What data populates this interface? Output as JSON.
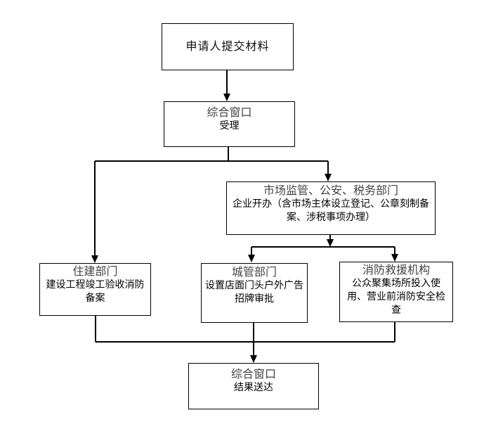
{
  "diagram": {
    "kind": "flowchart",
    "background_color": "#ffffff",
    "line_color": "#000000",
    "title_text_color": "#434343",
    "body_text_color": "#000000",
    "nodes": {
      "applicant": {
        "title": "申请人提交材料"
      },
      "accept": {
        "title": "综合窗口",
        "body": "受理"
      },
      "market": {
        "title": "市场监管、公安、税务部门",
        "body": "企业开办（含市场主体设立登记、公章刻制备案、涉税事项办理）"
      },
      "housing": {
        "title": "住建部门",
        "body": "建设工程竣工验收消防备案"
      },
      "urban": {
        "title": "城管部门",
        "body": "设置店面门头户外广告招牌审批"
      },
      "fire": {
        "title": "消防救援机构",
        "body": "公众聚集场所投入使用、营业前消防安全检查"
      },
      "deliver": {
        "title": "综合窗口",
        "body": "结果送达"
      }
    },
    "edges": [
      {
        "from": "applicant",
        "to": "accept"
      },
      {
        "from": "accept",
        "to": "market"
      },
      {
        "from": "accept",
        "to": "housing"
      },
      {
        "from": "market",
        "to": "urban"
      },
      {
        "from": "market",
        "to": "fire"
      },
      {
        "from": "housing",
        "to": "deliver"
      },
      {
        "from": "urban",
        "to": "deliver"
      },
      {
        "from": "fire",
        "to": "deliver"
      }
    ]
  }
}
